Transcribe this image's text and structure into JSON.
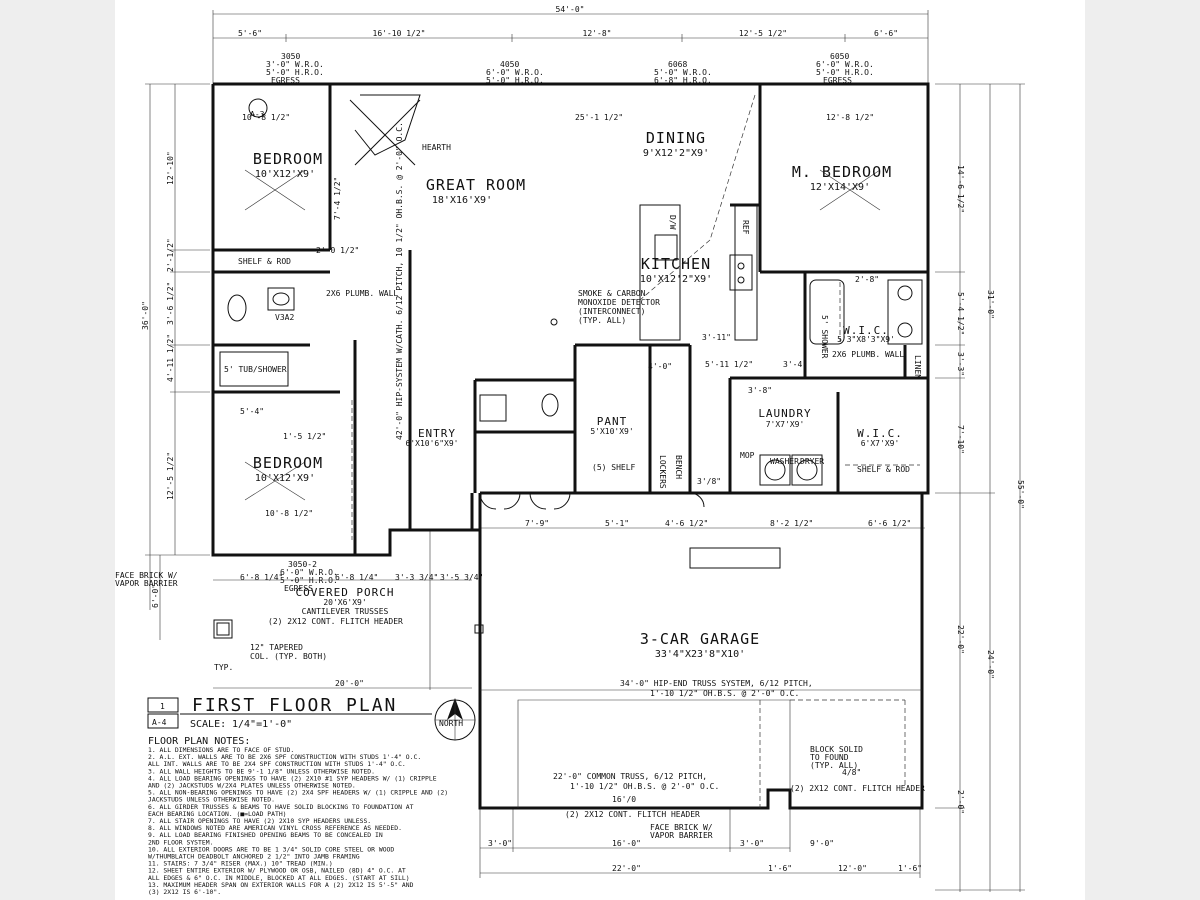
{
  "rooms": {
    "bedroom1": {
      "name": "BEDROOM",
      "size": "10'X12'X9'"
    },
    "great_room": {
      "name": "GREAT ROOM",
      "size": "18'X16'X9'"
    },
    "dining": {
      "name": "DINING",
      "size": "9'X12'2\"X9'"
    },
    "master": {
      "name": "M. BEDROOM",
      "size": "12'X14'X9'"
    },
    "kitchen": {
      "name": "KITCHEN",
      "size": "10'X12'2\"X9'"
    },
    "bedroom2": {
      "name": "BEDROOM",
      "size": "10'X12'X9'"
    },
    "entry": {
      "name": "ENTRY",
      "size": "6'X10'6\"X9'"
    },
    "pantry": {
      "name": "PANT",
      "size": "5'X10'X9'"
    },
    "laundry": {
      "name": "LAUNDRY",
      "size": "7'X7'X9'"
    },
    "wic1": {
      "name": "W.I.C.",
      "size": "5'3\"X8'3\"X9'"
    },
    "wic2": {
      "name": "W.I.C.",
      "size": "6'X7'X9'"
    },
    "porch": {
      "name": "COVERED PORCH",
      "size": "20'X6'X9'",
      "note": "CANTILEVER TRUSSES"
    },
    "garage": {
      "name": "3-CAR GARAGE",
      "size": "33'4\"X23'8\"X10'"
    }
  },
  "labels": {
    "hearth": "HEARTH",
    "smoke": [
      "SMOKE & CARBON",
      "MONOXIDE DETECTOR",
      "(INTERCONNECT)",
      "(TYP. ALL)"
    ],
    "tub_shower": "5' TUB/SHOWER",
    "shower": "5' SHOWER",
    "shelf_rod": "SHELF & ROD",
    "shelf_rod_c": "SHELF & ROD",
    "shelf5": "(5) SHELF",
    "lockers": "LOCKERS",
    "bench": "BENCH",
    "washer": "WASHER",
    "dryer": "DRYER",
    "mop": "MOP",
    "vfly": "V3A2",
    "linen": "LINEN",
    "dw": "D/W",
    "ref": "REF",
    "plumb_wall": "2X6 PLUMB. WALL",
    "plumb_wall2": "2X6 PLUMB. WALL",
    "face_brick": [
      "FACE BRICK W/",
      "VAPOR BARRIER"
    ],
    "face_brick2": [
      "FACE BRICK W/",
      "VAPOR BARRIER"
    ],
    "column": [
      "12\" TAPERED",
      "COL. (TYP. BOTH)"
    ],
    "typ": "TYP.",
    "flitch1": "(2) 2X12 CONT. FLITCH HEADER",
    "flitch2": "(2) 2X12 CONT. FLITCH HEADER",
    "flitch3": "(2) 2X12 CONT. FLITCH HEADER",
    "truss_top": "34'-0\" HIP-END TRUSS SYSTEM, 6/12 PITCH,",
    "truss_top2": "1'-10 1/2\" OH.B.S. @ 2'-0\" O.C.",
    "truss_bottom": "22'-0\" COMMON TRUSS, 6/12 PITCH,",
    "truss_bottom2": "1'-10 1/2\" OH.B.S. @ 2'-0\" O.C.",
    "garage_door": "16'/0",
    "block": [
      "BLOCK SOLID",
      "TO FOUND",
      "(TYP. ALL)"
    ],
    "hip_note": "42'-0\" HIP-SYSTEM W/CATH. 6/12 PITCH, 10 1/2\" OH.B.S. @ 2'-0\" O.C.",
    "egress_l": [
      "3050",
      "3'-0\" W.R.O.",
      "5'-0\" H.R.O.",
      "EGRESS"
    ],
    "win_mid1": [
      "4050",
      "6'-0\" W.R.O.",
      "5'-0\" H.R.O."
    ],
    "win_mid2": [
      "6068",
      "5'-0\" W.R.O.",
      "6'-8\" H.R.O."
    ],
    "egress_r": [
      "6050",
      "6'-0\" W.R.O.",
      "5'-0\" H.R.O.",
      "EGRESS"
    ],
    "porch_win": [
      "3050-2",
      "6'-0\" W.R.O.",
      "5'-0\" H.R.O.",
      "EGRESS"
    ],
    "section_mark": "A-3",
    "north": "NORTH"
  },
  "dimensions": {
    "overall_top": "54'-0\"",
    "top": [
      "5'-6\"",
      "16'-10 1/2\"",
      "12'-8\"",
      "12'-5 1/2\"",
      "6'-6\""
    ],
    "right_outer": "55'-0\"",
    "right_mid": [
      "31'-0\"",
      "24'-0\""
    ],
    "right_inner": [
      "14'-6 1/2\"",
      "5'-4 1/2\"",
      "3'-3\"",
      "7'-10\"",
      "22'-0\"",
      "2'-0\""
    ],
    "left_outer": "36'-0\"",
    "left_inner": [
      "12'-10\"",
      "2'-1/2\"",
      "3'-6 1/2\"",
      "4'-11 1/2\"",
      "12'-5 1/2\""
    ],
    "left_porch": "6'-0\"",
    "porch_dims": [
      "6'-8 1/4\"",
      "6'-8 1/4\"",
      "3'-3 3/4\"",
      "3'-5 3/4\""
    ],
    "porch_total": "20'-0\"",
    "garage_row": [
      "7'-9\"",
      "5'-1\"",
      "4'-6 1/2\"",
      "8'-2 1/2\"",
      "6'-6 1/2\""
    ],
    "bottom_row1": [
      "3'-0\"",
      "16'-0\"",
      "3'-0\"",
      "9'-0\""
    ],
    "bottom_row2": [
      "1'-6\"",
      "12'-0\"",
      "1'-6\""
    ],
    "bottom_total": "22'-0\"",
    "great_room_w": "25'-1 1/2\"",
    "bed_w": "10'-8 1/2\"",
    "master_w": "12'-8 1/2\"",
    "bed2_w": "10'-8 1/2\"",
    "small": [
      "5'-4\"",
      "1'-5 1/2\"",
      "7'-4 1/2\"",
      "2'-0 1/2\"",
      "3'-11\"",
      "5'-11 1/2\"",
      "3'-4\"",
      "4'-0\"",
      "3'-8\"",
      "3'/8\"",
      "2'-8\"",
      "4/8\""
    ]
  },
  "title_block": {
    "sheet_num": "1",
    "sheet_ref": "A-4",
    "title": "FIRST FLOOR PLAN",
    "scale_label": "SCALE:",
    "scale_value": "1/4\"=1'-0\""
  },
  "notes": {
    "heading": "FLOOR PLAN NOTES:",
    "items": [
      "1. ALL DIMENSIONS ARE TO FACE OF STUD.",
      "2. A.L. EXT. WALLS ARE TO BE 2X6 SPF CONSTRUCTION WITH STUDS 1'-4\" O.C.",
      "   ALL INT. WALLS ARE TO BE 2X4 SPF CONSTRUCTION WITH STUDS 1'-4\" O.C.",
      "3. ALL WALL HEIGHTS TO BE 9'-1 1/8\" UNLESS OTHERWISE NOTED.",
      "4. ALL LOAD BEARING OPENINGS TO HAVE (2) 2X10 #1 SYP HEADERS W/ (1) CRIPPLE",
      "   AND (2) JACKSTUDS W/2X4 PLATES UNLESS OTHERWISE NOTED.",
      "5. ALL NON-BEARING OPENINGS TO HAVE (2) 2X4 SPF HEADERS W/ (1) CRIPPLE AND (2)",
      "   JACKSTUDS UNLESS OTHERWISE NOTED.",
      "6. ALL GIRDER TRUSSES & BEAMS TO HAVE SOLID BLOCKING TO FOUNDATION AT",
      "   EACH BEARING LOCATION. (■=LOAD PATH)",
      "7. ALL STAIR OPENINGS TO HAVE (2) 2X10 SYP HEADERS UNLESS.",
      "8. ALL WINDOWS NOTED ARE AMERICAN VINYL CROSS REFERENCE AS NEEDED.",
      "9. ALL LOAD BEARING FINISHED OPENING BEAMS TO BE CONCEALED IN",
      "   2ND FLOOR SYSTEM.",
      "10. ALL EXTERIOR DOORS ARE TO BE 1 3/4\" SOLID CORE STEEL OR WOOD",
      "   W/THUMBLATCH DEADBOLT ANCHORED 2 1/2\" INTO JAMB FRAMING",
      "11. STAIRS: 7 3/4\" RISER (MAX.) 10\" TREAD (MIN.)",
      "12. SHEET ENTIRE EXTERIOR W/ PLYWOOD OR OSB, NAILED (8D) 4\" O.C. AT",
      "   ALL EDGES & 6\" O.C. IN MIDDLE, BLOCKED AT ALL EDGES. (START AT SILL)",
      "13. MAXIMUM HEADER SPAN ON EXTERIOR WALLS FOR A (2) 2X12 IS 5'-5\" AND",
      "   (3) 2X12 IS 6'-10\"."
    ]
  },
  "colors": {
    "ink": "#111111",
    "paper": "#ffffff",
    "margin": "#eeeeee"
  }
}
